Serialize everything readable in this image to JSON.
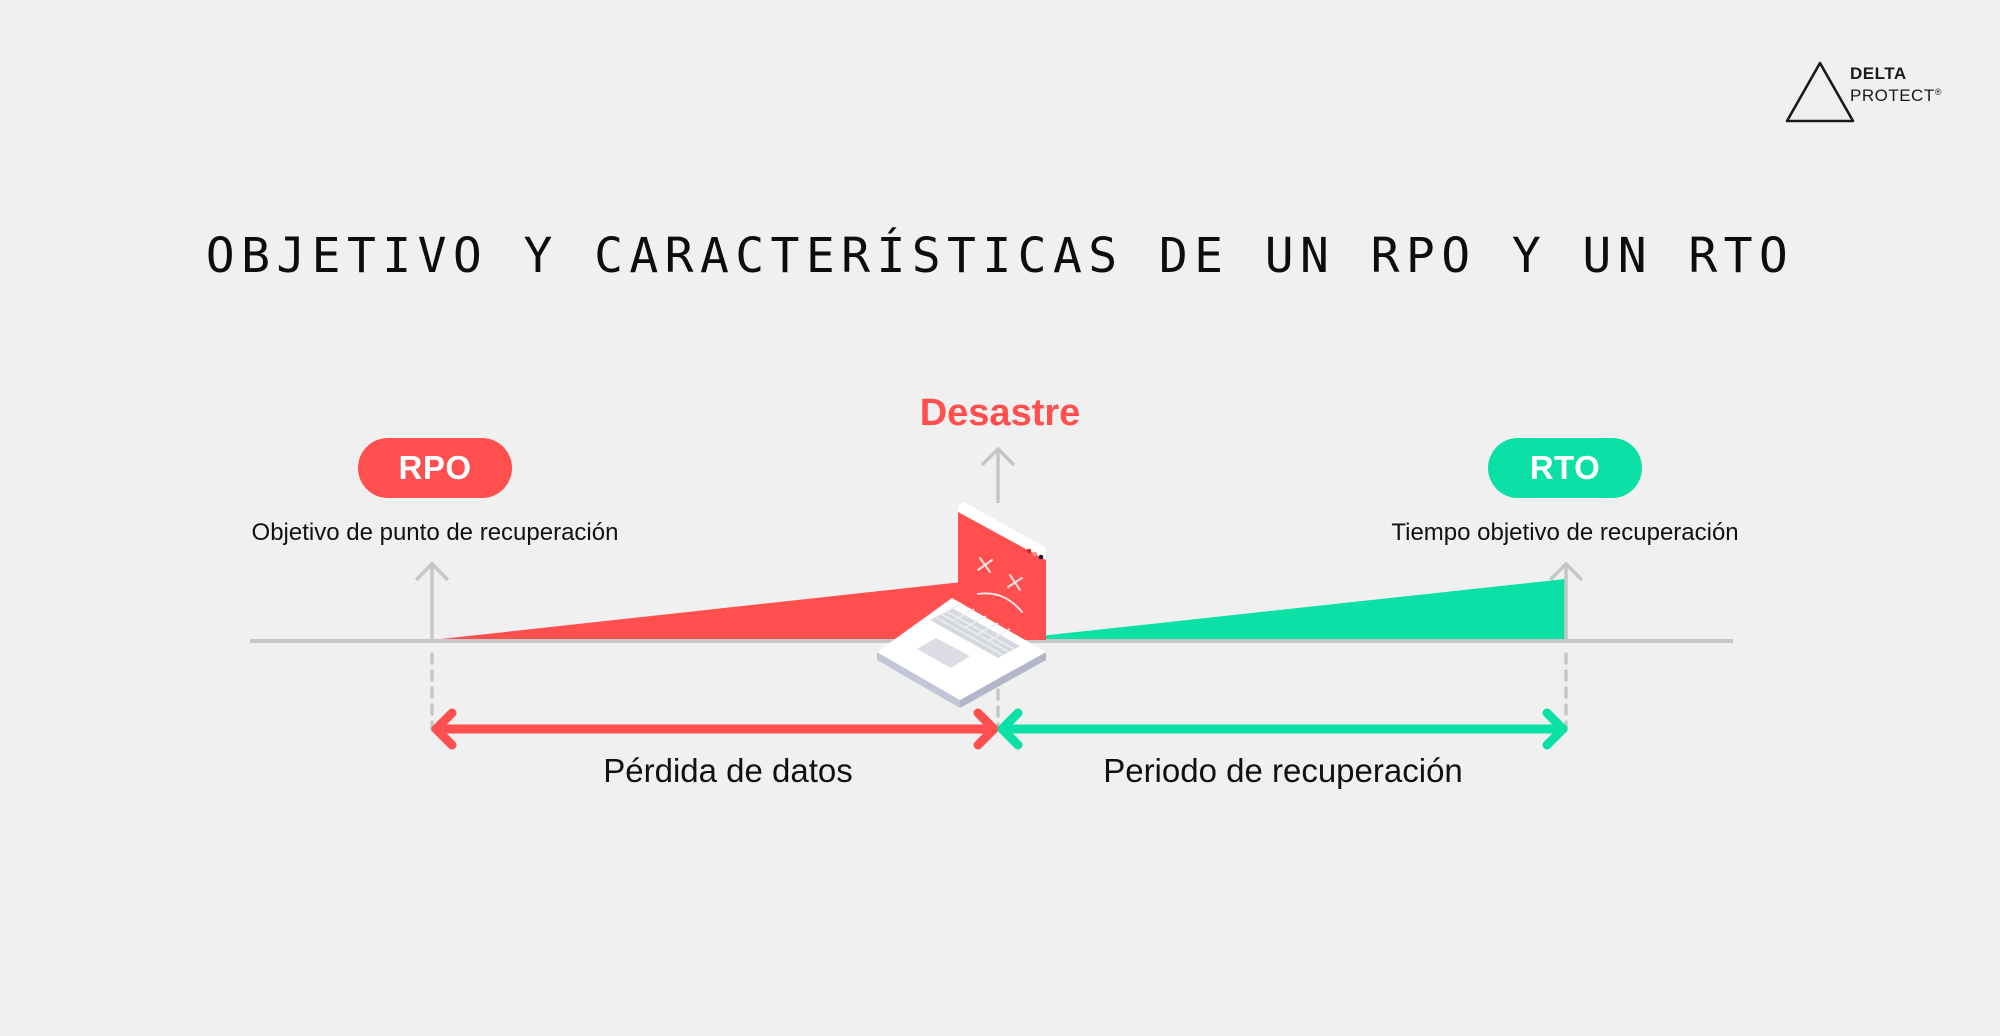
{
  "brand": {
    "name_line1": "DELTA",
    "name_line2": "PROTECT",
    "trademark": "®",
    "logo_icon": "triangle-outline-icon"
  },
  "title": "OBJETIVO Y CARACTERÍSTICAS DE UN RPO Y UN RTO",
  "colors": {
    "background": "#eff0ef",
    "rpo_red": "#ff4f4f",
    "rto_green": "#0be0a6",
    "timeline_gray": "#c6c6c6",
    "text_dark": "#111111"
  },
  "event": {
    "label": "Desastre",
    "icon": "broken-laptop-icon"
  },
  "rpo": {
    "badge": "RPO",
    "description": "Objetivo de punto de recuperación"
  },
  "rto": {
    "badge": "RTO",
    "description": "Tiempo objetivo de recuperación"
  },
  "periods": {
    "data_loss": "Pérdida de datos",
    "recovery": "Periodo de recuperación"
  },
  "timeline": {
    "order": [
      "RPO",
      "Desastre",
      "RTO"
    ],
    "segments": [
      {
        "from": "RPO",
        "to": "Desastre",
        "label": "Pérdida de datos",
        "color": "#ff4f4f"
      },
      {
        "from": "Desastre",
        "to": "RTO",
        "label": "Periodo de recuperación",
        "color": "#0be0a6"
      }
    ]
  }
}
